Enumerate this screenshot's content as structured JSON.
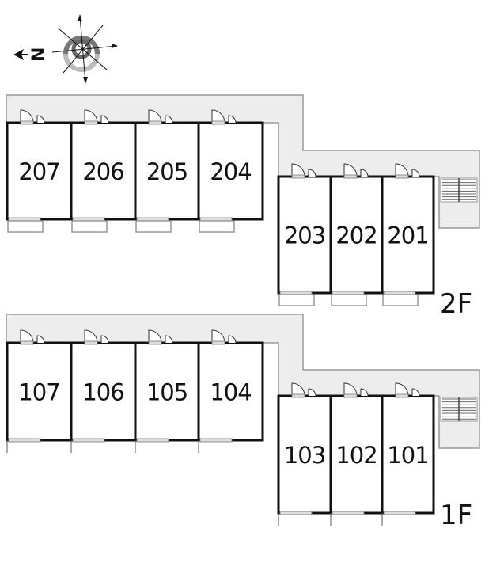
{
  "compass": {
    "north_label": "N",
    "icon": "compass-rose-icon"
  },
  "floors": [
    {
      "label": "2F",
      "left_units": [
        "207",
        "206",
        "205",
        "204"
      ],
      "right_units": [
        "203",
        "202",
        "201"
      ]
    },
    {
      "label": "1F",
      "left_units": [
        "107",
        "106",
        "105",
        "104"
      ],
      "right_units": [
        "103",
        "102",
        "101"
      ]
    }
  ],
  "colors": {
    "corridor": "#ededed",
    "wall": "#111111",
    "outline": "#999999"
  }
}
